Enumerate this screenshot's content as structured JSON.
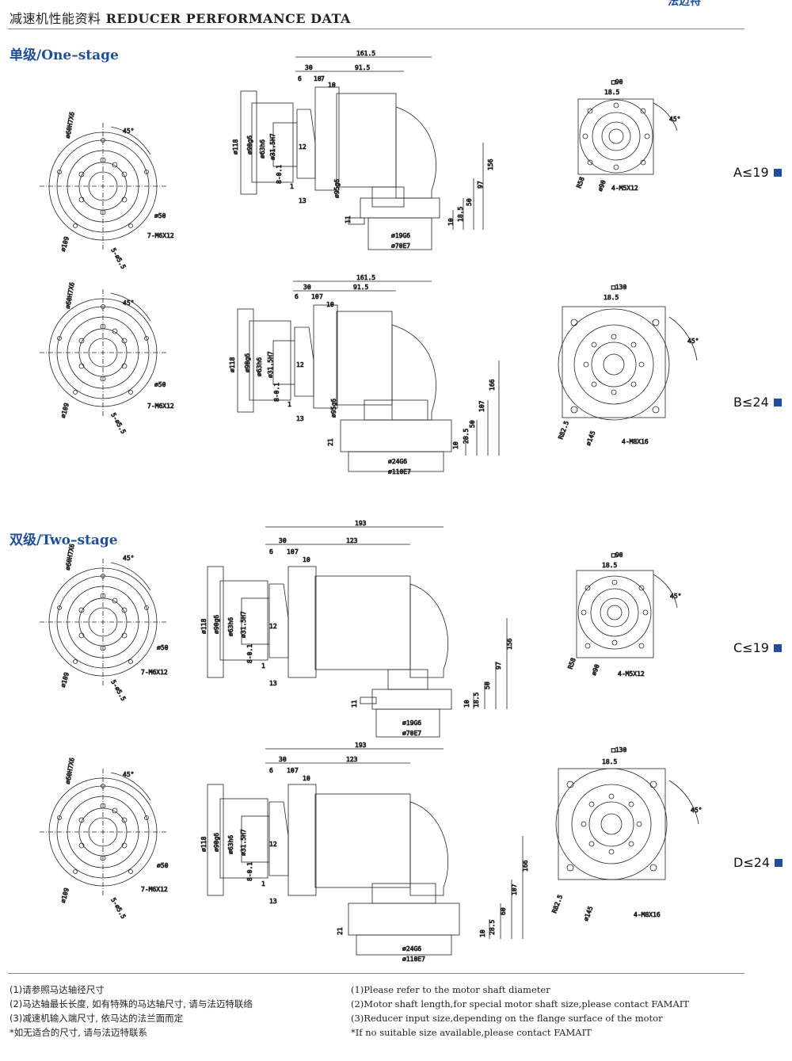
{
  "header": {
    "title_cn": "减速机性能资料",
    "title_en": "REDUCER PERFORMANCE DATA",
    "brand": "法迈特"
  },
  "stages": {
    "one": "单级/One–stage",
    "two": "双级/Two–stage"
  },
  "models": [
    {
      "label": "A≤19"
    },
    {
      "label": "B≤24"
    },
    {
      "label": "C≤19"
    },
    {
      "label": "D≤24"
    }
  ],
  "drawings": [
    {
      "front": {
        "d1": "⌀60H7X6",
        "angle": "45°",
        "d2": "⌀50",
        "d3": "⌀109",
        "thread": "7-M6X12",
        "holes": "5-⌀5.5"
      },
      "side": {
        "overall": "161.5",
        "a": "30",
        "b": "91.5",
        "c": "6",
        "d": "10",
        "e": "7",
        "f": "10",
        "g": "⌀118",
        "h": "⌀90g6",
        "i": "⌀63h6",
        "j": "⌀31.5H7",
        "k": "12",
        "l": "8-0.1",
        "m": "13",
        "n": "⌀95g6",
        "o": "1",
        "p": "156",
        "q": "97",
        "r": "50",
        "s": "18.5",
        "t": "10",
        "u": "11",
        "v": "⌀19G6",
        "w": "⌀70E7"
      },
      "flange": {
        "sq": "□90",
        "s": "18.5",
        "angle": "45°",
        "r": "R58",
        "d": "⌀90",
        "thread": "4-M5X12"
      }
    },
    {
      "front": {
        "d1": "⌀60H7X6",
        "angle": "45°",
        "d2": "⌀50",
        "d3": "⌀109",
        "thread": "7-M6X12",
        "holes": "5-⌀5.5"
      },
      "side": {
        "overall": "161.5",
        "a": "30",
        "b": "91.5",
        "c": "6",
        "d": "10",
        "e": "7",
        "f": "10",
        "g": "⌀118",
        "h": "⌀90g6",
        "i": "⌀63h6",
        "j": "⌀31.5H7",
        "k": "12",
        "l": "8-0.1",
        "m": "13",
        "n": "⌀95g6",
        "o": "1",
        "p": "166",
        "q": "107",
        "r": "50",
        "s": "28.5",
        "t": "10",
        "u": "21",
        "v": "⌀24G6",
        "w": "⌀110E7"
      },
      "flange": {
        "sq": "□130",
        "s": "18.5",
        "angle": "45°",
        "r": "R82.5",
        "d": "⌀145",
        "thread": "4-M8X16"
      }
    },
    {
      "front": {
        "d1": "⌀60H7X6",
        "angle": "45°",
        "d2": "⌀50",
        "d3": "⌀109",
        "thread": "7-M6X12",
        "holes": "5-⌀5.5"
      },
      "side": {
        "overall": "193",
        "a": "30",
        "b": "123",
        "c": "6",
        "d": "10",
        "e": "7",
        "f": "10",
        "g": "⌀118",
        "h": "⌀90g6",
        "i": "⌀63h6",
        "j": "⌀31.5H7",
        "k": "12",
        "l": "8-0.1",
        "m": "13",
        "n": "",
        "o": "1",
        "p": "156",
        "q": "97",
        "r": "50",
        "s": "18.5",
        "t": "10",
        "u": "11",
        "v": "⌀19G6",
        "w": "⌀70E7"
      },
      "flange": {
        "sq": "□90",
        "s": "18.5",
        "angle": "45°",
        "r": "R58",
        "d": "⌀90",
        "thread": "4-M5X12"
      }
    },
    {
      "front": {
        "d1": "⌀60H7X6",
        "angle": "45°",
        "d2": "⌀50",
        "d3": "⌀109",
        "thread": "7-M6X12",
        "holes": "5-⌀5.5"
      },
      "side": {
        "overall": "193",
        "a": "30",
        "b": "123",
        "c": "6",
        "d": "10",
        "e": "7",
        "f": "10",
        "g": "⌀118",
        "h": "⌀90g6",
        "i": "⌀63h6",
        "j": "⌀31.5H7",
        "k": "12",
        "l": "8-0.1",
        "m": "13",
        "n": "",
        "o": "1",
        "p": "166",
        "q": "107",
        "r": "60",
        "s": "28.5",
        "t": "10",
        "u": "21",
        "v": "⌀24G6",
        "w": "⌀110E7"
      },
      "flange": {
        "sq": "□130",
        "s": "18.5",
        "angle": "45°",
        "r": "R82.5",
        "d": "⌀145",
        "thread": "4-M8X16"
      }
    }
  ],
  "notes": {
    "cn": [
      "(1)请参照马达轴径尺寸",
      "(2)马达轴最长长度, 如有特殊的马达轴尺寸, 请与法迈特联络",
      "(3)减速机输入端尺寸, 依马达的法兰面而定",
      "*如无适合的尺寸, 请与法迈特联系"
    ],
    "en": [
      "(1)Please refer to the motor shaft diameter",
      "(2)Motor shaft length,for special motor shaft size,please contact FAMAIT",
      "(3)Reducer input size,depending on the flange surface of the motor",
      "*If no suitable size available,please contact FAMAIT"
    ]
  }
}
